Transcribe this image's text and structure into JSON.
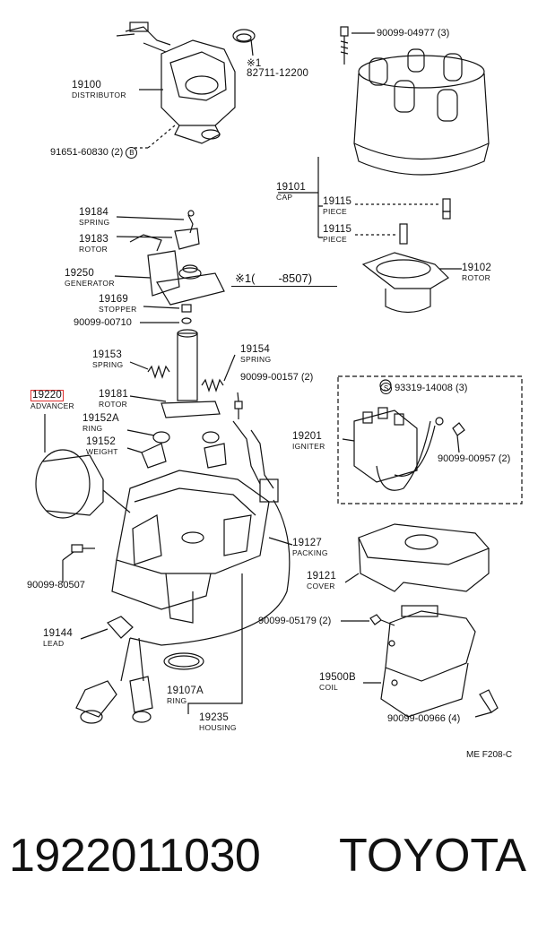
{
  "parts": {
    "distributor": {
      "number": "19100",
      "name": "DISTRIBUTOR"
    },
    "clamp": {
      "mark": "※1",
      "number": "82711-12200"
    },
    "bolt_91651": {
      "text": "91651-60830 (2)",
      "mark": "B"
    },
    "screw_04977": {
      "text": "90099-04977 (3)"
    },
    "cap": {
      "number": "19101",
      "name": "CAP"
    },
    "piece_a": {
      "number": "19115",
      "name": "PIECE"
    },
    "piece_b": {
      "number": "19115",
      "name": "PIECE"
    },
    "spring_top": {
      "number": "19184",
      "name": "SPRING"
    },
    "rotor_gen": {
      "number": "19183",
      "name": "ROTOR"
    },
    "generator": {
      "number": "19250",
      "name": "GENERATOR"
    },
    "note": {
      "text": "※1(　　-8507)"
    },
    "rotor_cap": {
      "number": "19102",
      "name": "ROTOR"
    },
    "stopper": {
      "number": "19169",
      "name": "STOPPER"
    },
    "pin_00710": {
      "text": "90099-00710"
    },
    "spring_l": {
      "number": "19153",
      "name": "SPRING"
    },
    "spring_r": {
      "number": "19154",
      "name": "SPRING"
    },
    "screw_00157": {
      "text": "90099-00157 (2)"
    },
    "advancer": {
      "number": "19220",
      "name": "ADVANCER"
    },
    "rotor_shaft": {
      "number": "19181",
      "name": "ROTOR"
    },
    "screw_93319": {
      "mark": "S",
      "text": "93319-14008 (3)"
    },
    "ring_a": {
      "number": "19152A",
      "name": "RING"
    },
    "weight": {
      "number": "19152",
      "name": "WEIGHT"
    },
    "igniter": {
      "number": "19201",
      "name": "IGNITER"
    },
    "nut_00957": {
      "text": "90099-00957 (2)"
    },
    "packing": {
      "number": "19127",
      "name": "PACKING"
    },
    "screw_80507": {
      "text": "90099-80507"
    },
    "cover": {
      "number": "19121",
      "name": "COVER"
    },
    "bolt_05179": {
      "text": "90099-05179 (2)"
    },
    "lead": {
      "number": "19144",
      "name": "LEAD"
    },
    "coil": {
      "number": "19500B",
      "name": "COIL"
    },
    "ring_b": {
      "number": "19107A",
      "name": "RING"
    },
    "screw_00966": {
      "text": "90099-00966 (4)"
    },
    "housing": {
      "number": "19235",
      "name": "HOUSING"
    }
  },
  "figure_code": "ME F208-C",
  "caption": {
    "part_number": "1922011030",
    "brand": "TOYOTA"
  },
  "colors": {
    "highlight": "#e03030",
    "line": "#111111"
  }
}
